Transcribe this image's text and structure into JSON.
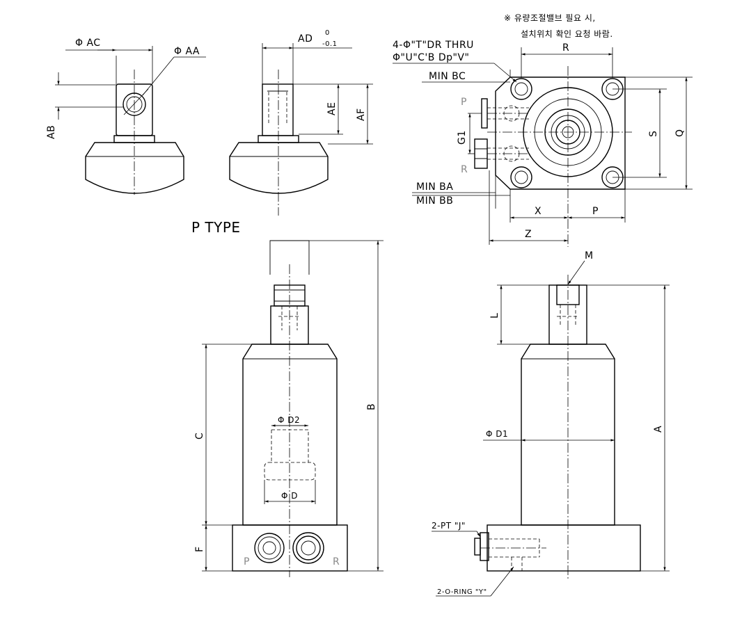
{
  "notes": {
    "line1": "※ 유량조절밸브 필요 시,",
    "line2": "설치위치 확인 요청 바람."
  },
  "pin_views": {
    "type_label": "P TYPE",
    "dia_ac": "Φ AC",
    "dia_aa": "Φ AA",
    "ad": "AD",
    "ad_tol_upper": "0",
    "ad_tol_lower": "-0.1",
    "ab": "AB",
    "ae": "AE",
    "af": "AF"
  },
  "top_view": {
    "hole_note_1": "4-Φ\"T\"DR THRU",
    "hole_note_2": "Φ\"U\"C'B Dp\"V\"",
    "r": "R",
    "min_bc": "MIN BC",
    "port_p": "P",
    "port_r": "R",
    "g1": "G1",
    "min_ba": "MIN BA",
    "min_bb": "MIN BB",
    "s": "S",
    "q": "Q",
    "x": "X",
    "p": "P",
    "z": "Z"
  },
  "front_view": {
    "dia_d2": "Φ D2",
    "dia_d": "Φ D",
    "c": "C",
    "f": "F",
    "b": "B",
    "port_p": "P",
    "port_r": "R"
  },
  "side_view": {
    "m": "M",
    "l": "L",
    "a": "A",
    "dia_d1": "Φ D1",
    "pt_j": "2-PT \"J\"",
    "oring_y": "2-O-RING \"Y\""
  }
}
